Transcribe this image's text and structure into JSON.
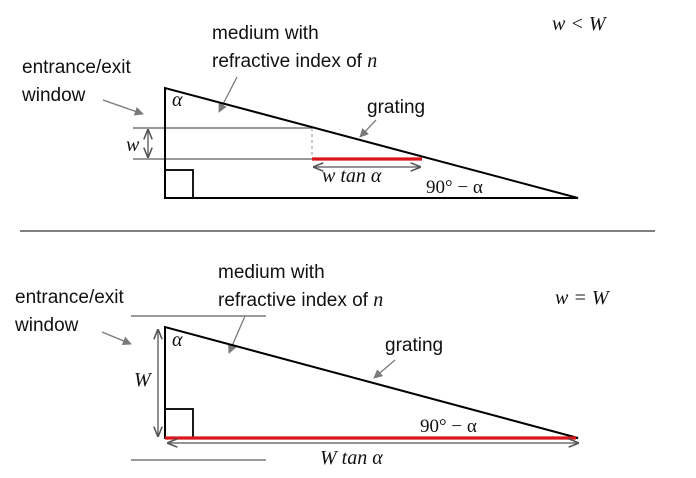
{
  "top_panel": {
    "condition": "w < W",
    "medium_line1": "medium  with",
    "medium_line2": "refractive index of ",
    "medium_var": "n",
    "window_line1": "entrance/exit",
    "window_line2": "window",
    "grating": "grating",
    "angle_apex": "α",
    "width_label": "w",
    "length_label": "w tan α",
    "angle_base": "90° − α"
  },
  "bottom_panel": {
    "condition": "w = W",
    "medium_line1": "medium  with",
    "medium_line2": "refractive index of ",
    "medium_var": "n",
    "window_line1": "entrance/exit",
    "window_line2": "window",
    "grating": "grating",
    "angle_apex": "α",
    "width_label": "W",
    "length_label": "W tan α",
    "angle_base": "90° − α"
  },
  "colors": {
    "outline": "#000000",
    "guide": "#8c8c8c",
    "grating_highlight": "#d9161c"
  }
}
